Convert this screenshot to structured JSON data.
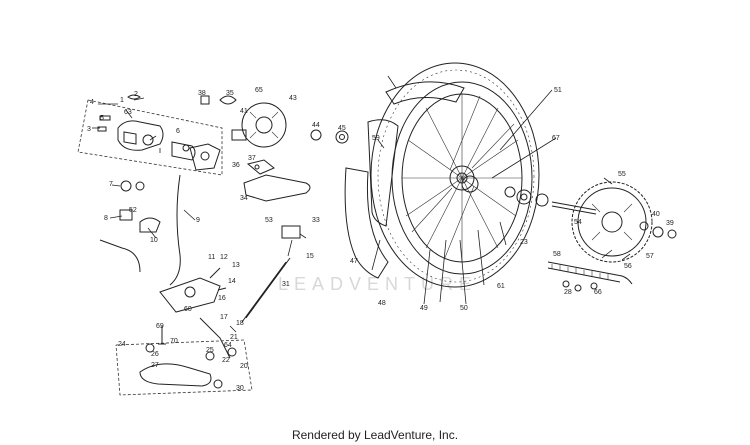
{
  "footer": {
    "text": "Rendered by LeadVenture, Inc."
  },
  "watermark": {
    "text": "LEADVENTURE"
  },
  "callouts": [
    {
      "id": "c1",
      "text": "1"
    },
    {
      "id": "c2",
      "text": "2"
    },
    {
      "id": "c3",
      "text": "3"
    },
    {
      "id": "c4",
      "text": "4"
    },
    {
      "id": "c5",
      "text": "5"
    },
    {
      "id": "c6",
      "text": "6"
    },
    {
      "id": "c7",
      "text": "7"
    },
    {
      "id": "c8",
      "text": "8"
    },
    {
      "id": "c9",
      "text": "9"
    },
    {
      "id": "c10",
      "text": "10"
    },
    {
      "id": "c11",
      "text": "11"
    },
    {
      "id": "c12",
      "text": "12"
    },
    {
      "id": "c13",
      "text": "13"
    },
    {
      "id": "c14",
      "text": "14"
    },
    {
      "id": "c15",
      "text": "15"
    },
    {
      "id": "c16",
      "text": "16"
    },
    {
      "id": "c17",
      "text": "17"
    },
    {
      "id": "c18",
      "text": "18"
    },
    {
      "id": "c20",
      "text": "20"
    },
    {
      "id": "c21",
      "text": "21"
    },
    {
      "id": "c22",
      "text": "22"
    },
    {
      "id": "c23",
      "text": "23"
    },
    {
      "id": "c24",
      "text": "24"
    },
    {
      "id": "c25",
      "text": "25"
    },
    {
      "id": "c26",
      "text": "26"
    },
    {
      "id": "c27",
      "text": "27"
    },
    {
      "id": "c28",
      "text": "28"
    },
    {
      "id": "c30",
      "text": "30"
    },
    {
      "id": "c31",
      "text": "31"
    },
    {
      "id": "c33",
      "text": "33"
    },
    {
      "id": "c34",
      "text": "34"
    },
    {
      "id": "c35",
      "text": "35"
    },
    {
      "id": "c36",
      "text": "36"
    },
    {
      "id": "c37",
      "text": "37"
    },
    {
      "id": "c38",
      "text": "38"
    },
    {
      "id": "c39",
      "text": "39"
    },
    {
      "id": "c40",
      "text": "40"
    },
    {
      "id": "c41",
      "text": "41"
    },
    {
      "id": "c43",
      "text": "43"
    },
    {
      "id": "c44",
      "text": "44"
    },
    {
      "id": "c45",
      "text": "45"
    },
    {
      "id": "c47",
      "text": "47"
    },
    {
      "id": "c48",
      "text": "48"
    },
    {
      "id": "c49",
      "text": "49"
    },
    {
      "id": "c50",
      "text": "50"
    },
    {
      "id": "c51",
      "text": "51"
    },
    {
      "id": "c52",
      "text": "52"
    },
    {
      "id": "c53",
      "text": "53"
    },
    {
      "id": "c54",
      "text": "54"
    },
    {
      "id": "c55",
      "text": "55"
    },
    {
      "id": "c56",
      "text": "56"
    },
    {
      "id": "c57",
      "text": "57"
    },
    {
      "id": "c58",
      "text": "58"
    },
    {
      "id": "c59",
      "text": "59"
    },
    {
      "id": "c60",
      "text": "60"
    },
    {
      "id": "c61",
      "text": "61"
    },
    {
      "id": "c63",
      "text": "63"
    },
    {
      "id": "c64",
      "text": "64"
    },
    {
      "id": "c65",
      "text": "65"
    },
    {
      "id": "c66",
      "text": "66"
    },
    {
      "id": "c67",
      "text": "67"
    },
    {
      "id": "c69",
      "text": "69"
    },
    {
      "id": "c70",
      "text": "70"
    }
  ]
}
